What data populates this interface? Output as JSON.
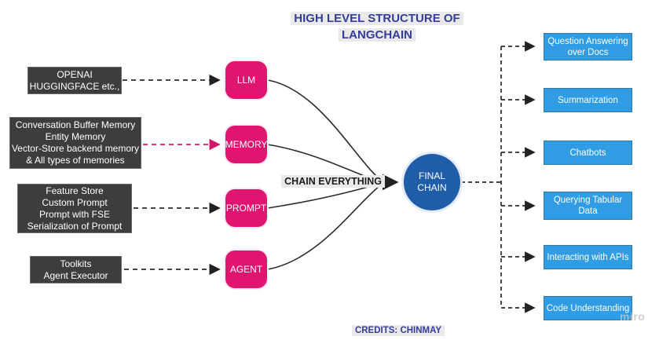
{
  "title": {
    "text": "HIGH LEVEL STRUCTURE OF\nLANGCHAIN"
  },
  "inputs": [
    {
      "text": "OPENAI\nHUGGINGFACE etc.,"
    },
    {
      "text": "Conversation Buffer Memory\nEntity Memory\nVector-Store backend memory\n& All types of memories"
    },
    {
      "text": "Feature Store\nCustom Prompt\nPrompt with FSE\nSerialization of Prompt"
    },
    {
      "text": "Toolkits\nAgent Executor"
    }
  ],
  "components": [
    {
      "label": "LLM"
    },
    {
      "label": "MEMORY"
    },
    {
      "label": "PROMPT"
    },
    {
      "label": "AGENT"
    }
  ],
  "center": {
    "chain_label": "CHAIN EVERYTHING",
    "final_chain": "FINAL\nCHAIN"
  },
  "use_cases": [
    {
      "label": "Question Answering\nover Docs"
    },
    {
      "label": "Summarization"
    },
    {
      "label": "Chatbots"
    },
    {
      "label": "Querying Tabular\nData"
    },
    {
      "label": "Interacting with APIs"
    },
    {
      "label": "Code Understanding"
    }
  ],
  "credits": {
    "text": "CREDITS: CHINMAY"
  },
  "watermark": {
    "text": "miro"
  },
  "colors": {
    "component_pink": "#e0156f",
    "final_chain_blue": "#1f5da8",
    "use_case_blue": "#2f9ce4",
    "input_box_dark": "#3d3d3d",
    "title_navy": "#333d99",
    "memory_arrow_pink": "#d6186b",
    "connector_black": "#2b2b2b"
  }
}
